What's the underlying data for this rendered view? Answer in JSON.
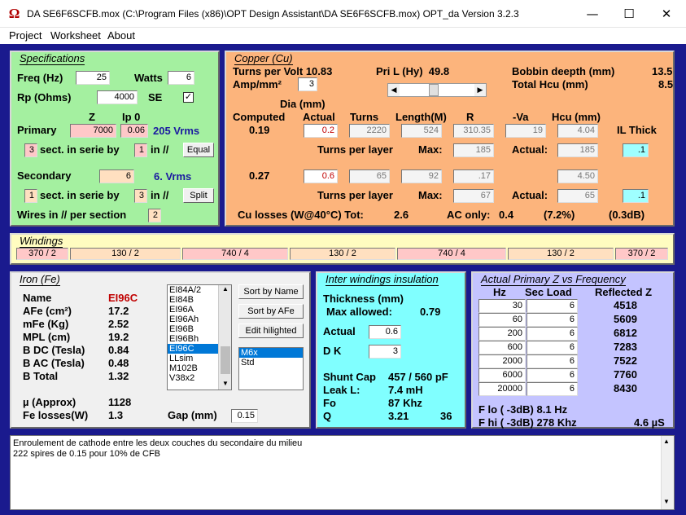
{
  "window": {
    "title": "DA SE6F6SCFB.mox  (C:\\Program Files (x86)\\OPT Design Assistant\\DA SE6F6SCFB.mox)  OPT_da Version 3.2.3",
    "minimize": "—",
    "maximize": "☐",
    "close": "✕",
    "app_icon": "Ω"
  },
  "menu": {
    "project": "Project",
    "worksheet": "Worksheet",
    "about": "About"
  },
  "spec": {
    "title": "Specifications",
    "freq_label": "Freq (Hz)",
    "freq": "25",
    "watts_label": "Watts",
    "watts": "6",
    "rp_label": "Rp (Ohms)",
    "rp": "4000",
    "se_label": "SE",
    "se_checked": "✓",
    "z_label": "Z",
    "ip0_label": "Ip 0",
    "primary_label": "Primary",
    "primary_z": "7000",
    "primary_ip0": "0.06",
    "primary_vrms": "205 Vrms",
    "p_sect": "3",
    "sect_serie_label": "sect. in serie by",
    "p_par": "1",
    "in_par_label": "in //",
    "equal": "Equal",
    "secondary_label": "Secondary",
    "secondary_z": "6",
    "secondary_vrms": "6. Vrms",
    "s_sect": "1",
    "s_par": "3",
    "split": "Split",
    "wires_label": "Wires in // per section",
    "wires": "2"
  },
  "copper": {
    "title": "Copper (Cu)",
    "tpv_label": "Turns per Volt",
    "tpv": "10.83",
    "pril_label": "Pri L (Hy)",
    "pril": "49.8",
    "bobbin_label": "Bobbin deepth (mm)",
    "bobbin": "13.5",
    "amp_label": "Amp/mm²",
    "amp": "3",
    "hcu_total_label": "Total Hcu (mm)",
    "hcu_total": "8.5",
    "dia_label": "Dia (mm)",
    "computed_label": "Computed",
    "actual_label": "Actual",
    "turns_label": "Turns",
    "length_label": "Length(M)",
    "r_label": "R",
    "va_label": "-Va",
    "hcu_label": "Hcu (mm)",
    "il_label": "IL Thick",
    "pri": {
      "computed": "0.19",
      "actual": "0.2",
      "turns": "2220",
      "length": "524",
      "r": "310.35",
      "va": "19",
      "hcu": "4.04",
      "max": "185",
      "act": "185",
      "il": ".1"
    },
    "sec": {
      "computed": "0.27",
      "actual": "0.6",
      "turns": "65",
      "length": "92",
      "r": ".17",
      "hcu": "4.50",
      "max": "67",
      "act": "65",
      "il": ".1"
    },
    "tpl_label": "Turns per layer",
    "max_label": "Max:",
    "act_label": "Actual:",
    "losses_label": "Cu losses (W@40°C) Tot:",
    "losses_tot": "2.6",
    "ac_label": "AC only:",
    "ac": "0.4",
    "ac_pct": "(7.2%)",
    "ac_db": "(0.3dB)"
  },
  "windings": {
    "title": "Windings",
    "cells": [
      {
        "text": "370 / 2",
        "color": "#ffc8c8"
      },
      {
        "text": "130 / 2",
        "color": "#ffe0c0"
      },
      {
        "text": "740 / 4",
        "color": "#ffc8c8"
      },
      {
        "text": "130 / 2",
        "color": "#ffe0c0"
      },
      {
        "text": "740 / 4",
        "color": "#ffc8c8"
      },
      {
        "text": "130 / 2",
        "color": "#ffe0c0"
      },
      {
        "text": "370 / 2",
        "color": "#ffc8c8"
      }
    ]
  },
  "iron": {
    "title": "Iron (Fe)",
    "name_label": "Name",
    "name": "EI96C",
    "afe_label": "AFe (cm²)",
    "afe": "17.2",
    "mfe_label": "mFe (Kg)",
    "mfe": "2.52",
    "mpl_label": "MPL (cm)",
    "mpl": "19.2",
    "bdc_label": "B DC (Tesla)",
    "bdc": "0.84",
    "bac_label": "B AC (Tesla)",
    "bac": "0.48",
    "btot_label": "B Total",
    "btot": "1.32",
    "mu_label": "µ (Approx)",
    "mu": "1128",
    "felosses_label": "Fe losses(W)",
    "felosses": "1.3",
    "gap_label": "Gap (mm)",
    "gap": "0.15",
    "cores": [
      "EI84A/2",
      "EI84B",
      "EI96A",
      "EI96Ah",
      "EI96B",
      "EI96Bh",
      "EI96C",
      "LLsim",
      "M102B",
      "V38x2"
    ],
    "sort_name": "Sort by Name",
    "sort_afe": "Sort by AFe",
    "edit": "Edit hilighted",
    "materials": [
      "M6x",
      "Std"
    ]
  },
  "insul": {
    "title": "Inter windings insulation",
    "thick_label": "Thickness (mm)",
    "max_allowed_label": "Max allowed:",
    "max_allowed": "0.79",
    "actual_label": "Actual",
    "actual": "0.6",
    "dk_label": "D K",
    "dk": "3",
    "shunt_label": "Shunt Cap",
    "shunt": "457 / 560 pF",
    "leak_label": "Leak L:",
    "leak": "7.4 mH",
    "fo_label": "Fo",
    "fo": "87 Khz",
    "q_label": "Q",
    "q": "3.21",
    "q2": "36"
  },
  "freq": {
    "title": "Actual Primary Z vs Frequency",
    "hz_label": "Hz",
    "sec_label": "Sec Load",
    "refl_label": "Reflected Z",
    "rows": [
      {
        "hz": "30",
        "load": "6",
        "z": "4518"
      },
      {
        "hz": "60",
        "load": "6",
        "z": "5609"
      },
      {
        "hz": "200",
        "load": "6",
        "z": "6812"
      },
      {
        "hz": "600",
        "load": "6",
        "z": "7283"
      },
      {
        "hz": "2000",
        "load": "6",
        "z": "7522"
      },
      {
        "hz": "6000",
        "load": "6",
        "z": "7760"
      },
      {
        "hz": "20000",
        "load": "6",
        "z": "8430"
      }
    ],
    "flo_label": "F lo ( -3dB)",
    "flo": "8.1 Hz",
    "fhi_label": "F hi ( -3dB)",
    "fhi": "278 Khz",
    "rise": "4.6 µS"
  },
  "notes": {
    "line1": "Enroulement de cathode entre les deux couches du secondaire du milieu",
    "line2": "222 spires de 0.15 pour 10% de CFB"
  }
}
